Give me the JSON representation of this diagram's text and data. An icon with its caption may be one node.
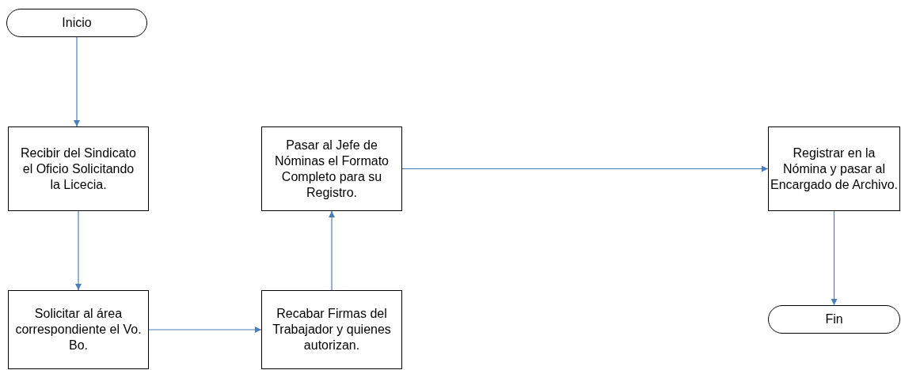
{
  "diagram": {
    "nodes": [
      {
        "text": [
          "Inicio"
        ]
      },
      {
        "text": [
          "Recibir del Sindicato el Oficio Solicitando la Licecia."
        ]
      },
      {
        "text": [
          "Solicitar al área correspondiente el Vo. Bo."
        ]
      },
      {
        "text": [
          "Recabar Firmas del Trabajador y quienes autorizan."
        ]
      },
      {
        "text": [
          "Pasar al Jefe de Nóminas el Formato Completo para su Registro."
        ]
      },
      {
        "text": [
          "Registrar en la Nómina y pasar al Encargado de Archivo."
        ]
      },
      {
        "text": [
          "Fin"
        ]
      }
    ],
    "edges": [
      {
        "from": 0,
        "to": 1,
        "arrow": "to"
      },
      {
        "from": 1,
        "to": 2,
        "arrow": "to"
      },
      {
        "from": 2,
        "to": 3,
        "arrow": "to"
      },
      {
        "from": 3,
        "to": 4,
        "arrow": "to"
      },
      {
        "from": 4,
        "to": 5,
        "arrow": "to"
      },
      {
        "from": 5,
        "to": 6,
        "arrow": "to"
      }
    ]
  }
}
